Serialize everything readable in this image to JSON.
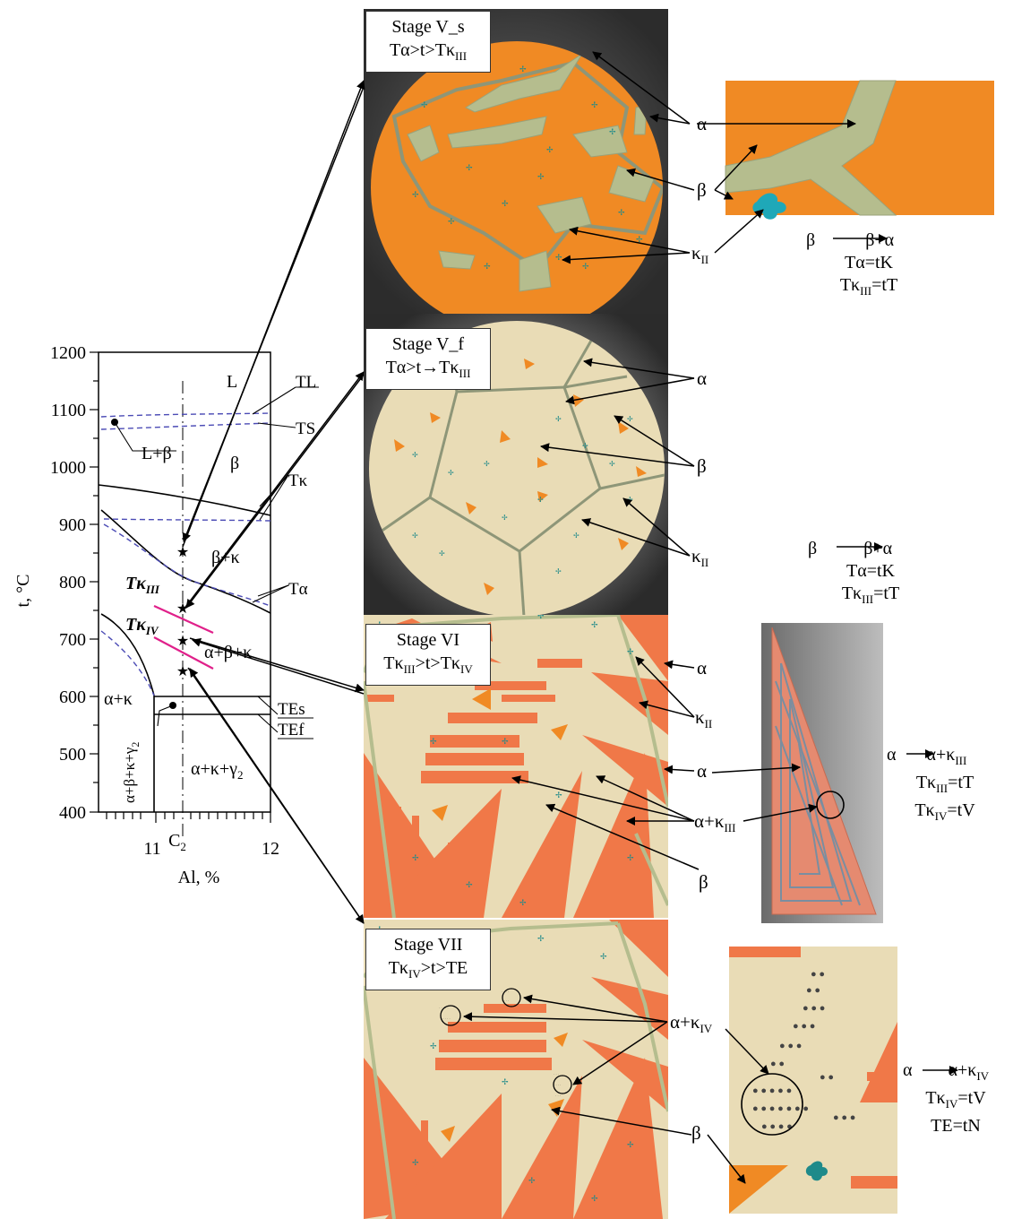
{
  "phase_diagram": {
    "y_axis_label": "t, °C",
    "x_axis_label": "Al, %",
    "y_ticks": [
      "1200",
      "1100",
      "1000",
      "900",
      "800",
      "700",
      "600",
      "500",
      "400"
    ],
    "x_ticks": [
      "11",
      "12"
    ],
    "x_marker": "C",
    "x_marker_sub": "2",
    "region_labels": {
      "L": "L",
      "L_beta": "L+β",
      "beta": "β",
      "beta_kappa": "β+κ",
      "alpha_beta_kappa": "α+β+κ",
      "alpha_kappa": "α+κ",
      "alpha_kappa_gamma": "α+κ+γ",
      "alpha_beta_kappa_gamma": "α+β+κ+γ",
      "gamma_sub": "2"
    },
    "line_labels": {
      "TL": "TL",
      "TS": "TS",
      "Tk": "Tκ",
      "Talpha": "Tα",
      "TEs": "TEs",
      "TEf": "TEf"
    },
    "temp_marks": {
      "Tk3_main": "Tκ",
      "Tk3_sub": "III",
      "Tk4_main": "Tκ",
      "Tk4_sub": "IV"
    }
  },
  "stages": [
    {
      "title": "Stage V_s",
      "cond_a": "Tα>t>Tκ",
      "cond_sub": "III",
      "cond_b": ""
    },
    {
      "title": "Stage V_f",
      "cond_a": "Tα>t",
      "cond_sub": "III",
      "cond_b": "Tκ"
    },
    {
      "title": "Stage VI",
      "cond_a": "Tκ",
      "cond_sub1": "III",
      "cond_mid": ">t>Tκ",
      "cond_sub2": "IV"
    },
    {
      "title": "Stage VII",
      "cond_a": "Tκ",
      "cond_sub": "IV",
      "cond_b": ">t>TE"
    }
  ],
  "micro_labels": {
    "alpha": "α",
    "beta": "β",
    "kappa": "κ",
    "kappa_II": "II",
    "kappa_III": "III",
    "kappa_IV": "IV",
    "alpha_plus_kappa": "α+κ"
  },
  "equations": {
    "e1_line1": "β",
    "e1_line1_b": "β+α",
    "e1_line2": "Tα=tK",
    "e1_line3_a": "Tκ",
    "e1_line3_sub": "III",
    "e1_line3_b": "=tT",
    "e2_line1": "β",
    "e2_line1_b": "β+α",
    "e2_line2": "Tα=tK",
    "e2_line3_a": "Tκ",
    "e2_line3_sub": "III",
    "e2_line3_b": "=tT",
    "e3_line1": "α",
    "e3_line1_b": "α+κ",
    "e3_line1_sub": "III",
    "e3_line2_a": "Tκ",
    "e3_line2_sub": "III",
    "e3_line2_b": "=tT",
    "e3_line3_a": "Tκ",
    "e3_line3_sub": "IV",
    "e3_line3_b": "=tV",
    "e4_line1": "α",
    "e4_line1_b": "α+κ",
    "e4_line1_sub": "IV",
    "e4_line2_a": "Tκ",
    "e4_line2_sub": "IV",
    "e4_line2_b": "=tV",
    "e4_line3": "TE=tN"
  },
  "colors": {
    "orange": "#f08a24",
    "beige": "#e9dcb6",
    "olive": "#b5bd8e",
    "salmon": "#f07848",
    "teal": "#1f8a8a",
    "magenta": "#e0208a",
    "dash": "#4b4bb5"
  }
}
